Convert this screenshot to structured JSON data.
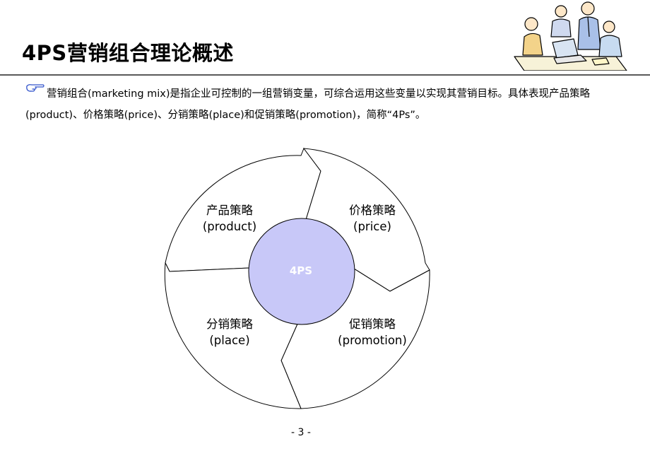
{
  "title": "4PS营销组合理论概述",
  "intro": {
    "icon": "pointing-hand-icon",
    "text": "营销组合(marketing mix)是指企业可控制的一组营销变量，可综合运用这些变量以实现其营销目标。具体表现产品策略(product)、价格策略(price)、分销策略(place)和促销策略(promotion)，简称“4Ps”。"
  },
  "diagram": {
    "center": "4PS",
    "center_color": "#c8c8f8",
    "quadrants": {
      "product": {
        "cn": "产品策略",
        "en": "(product)"
      },
      "price": {
        "cn": "价格策略",
        "en": "(price)"
      },
      "place": {
        "cn": "分销策略",
        "en": "(place)"
      },
      "promotion": {
        "cn": "促销策略",
        "en": "(promotion)"
      }
    }
  },
  "page_number": "- 3 -",
  "clipart": "business-team-at-laptop-clipart",
  "colors": {
    "rule": "#5a5a5a",
    "hand_icon": "#3355cc"
  }
}
